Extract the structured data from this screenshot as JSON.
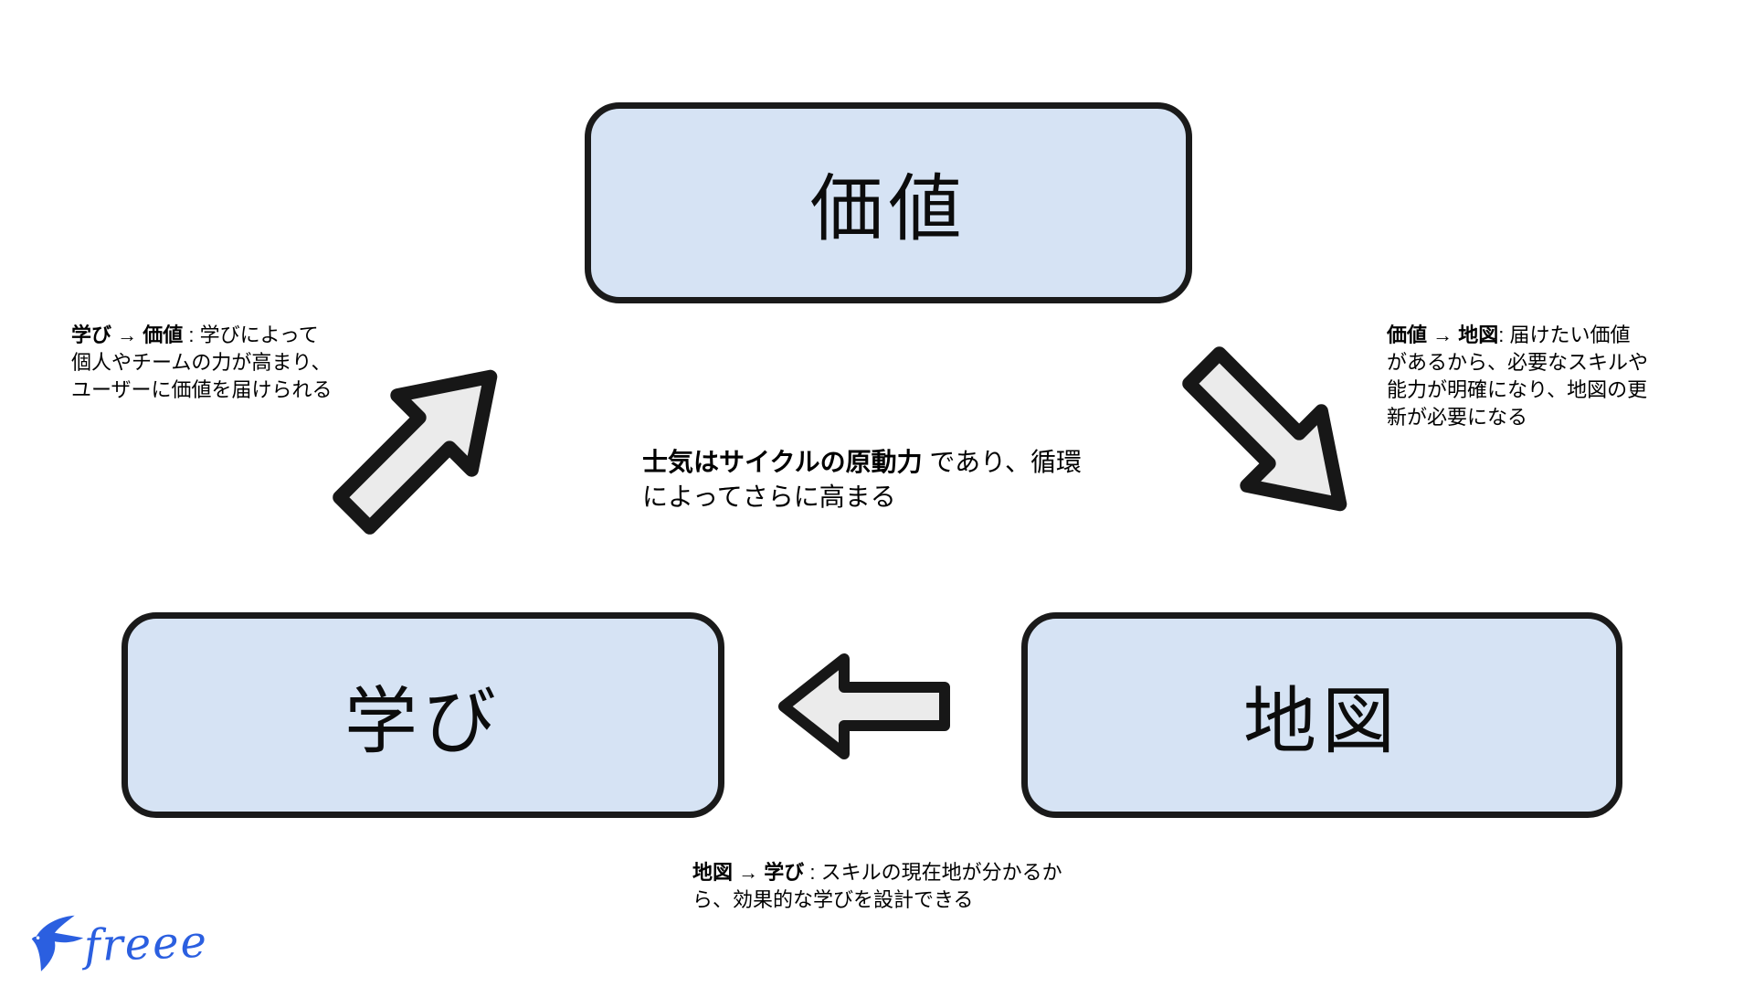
{
  "colors": {
    "background": "#ffffff",
    "box_fill": "#d6e3f4",
    "box_border": "#1a1a1a",
    "arrow_fill": "#ebebeb",
    "arrow_border": "#171717",
    "logo_blue": "#2b5fe0"
  },
  "boxes": {
    "value": {
      "label": "価値"
    },
    "learning": {
      "label": "学び"
    },
    "map": {
      "label": "地図"
    }
  },
  "center_note": {
    "bold": "士気はサイクルの原動力",
    "rest": " であり、循環\nによってさらに高まる"
  },
  "annotations": {
    "learning_to_value": {
      "bold": "学び → 価値",
      "rest": " : 学びによって\n個人やチームの力が高まり、\nユーザーに価値を届けられる"
    },
    "value_to_map": {
      "bold": "価値 → 地図",
      "rest": ": 届けたい価値\nがあるから、必要なスキルや\n能力が明確になり、地図の更\n新が必要になる"
    },
    "map_to_learning": {
      "bold": "地図 → 学び",
      "rest": " : スキルの現在地が分かるか\nら、効果的な学びを設計できる"
    }
  },
  "logo": {
    "wordmark": "freee"
  }
}
